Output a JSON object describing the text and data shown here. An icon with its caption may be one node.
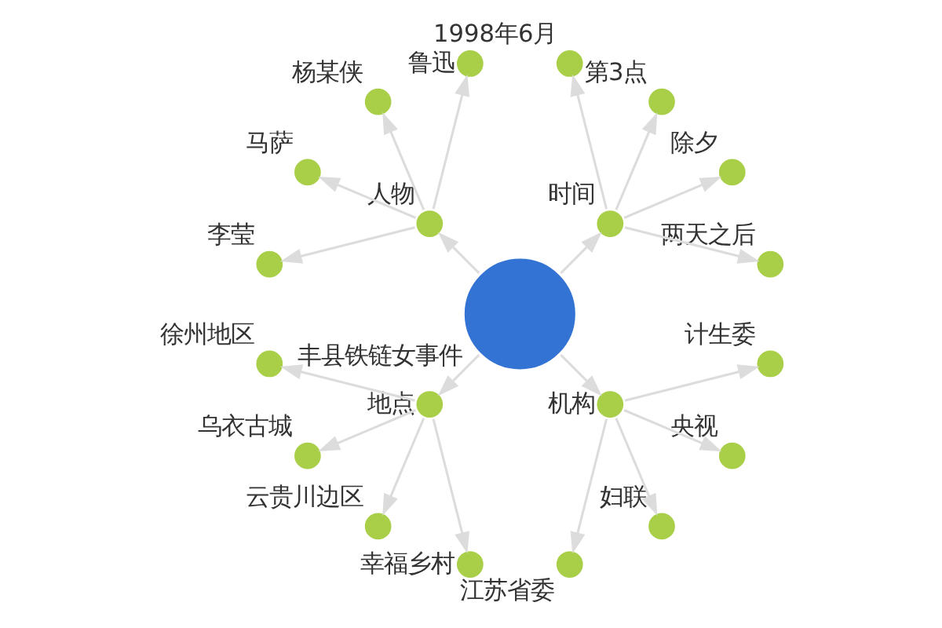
{
  "diagram": {
    "nodes": [
      {
        "text": [
          "丰县铁链女事件"
        ]
      },
      {
        "text": [
          "时间"
        ]
      },
      {
        "text": [
          "两天之后"
        ]
      },
      {
        "text": [
          "除夕"
        ]
      },
      {
        "text": [
          "第3点"
        ]
      },
      {
        "text": [
          "1998年6月"
        ]
      },
      {
        "text": [
          "人物"
        ]
      },
      {
        "text": [
          "鲁迅"
        ]
      },
      {
        "text": [
          "杨某侠"
        ]
      },
      {
        "text": [
          "马萨"
        ]
      },
      {
        "text": [
          "李莹"
        ]
      },
      {
        "text": [
          "地点"
        ]
      },
      {
        "text": [
          "徐州地区"
        ]
      },
      {
        "text": [
          "乌衣古城"
        ]
      },
      {
        "text": [
          "云贵川边区"
        ]
      },
      {
        "text": [
          "幸福乡村"
        ]
      },
      {
        "text": [
          "机构"
        ]
      },
      {
        "text": [
          "江苏省委"
        ]
      },
      {
        "text": [
          "妇联"
        ]
      },
      {
        "text": [
          "央视"
        ]
      },
      {
        "text": [
          "计生委"
        ]
      }
    ],
    "edges": [
      {
        "from": 0,
        "to": 1,
        "arrow": "to"
      },
      {
        "from": 1,
        "to": 2,
        "arrow": "to"
      },
      {
        "from": 1,
        "to": 3,
        "arrow": "to"
      },
      {
        "from": 1,
        "to": 4,
        "arrow": "to"
      },
      {
        "from": 1,
        "to": 5,
        "arrow": "to"
      },
      {
        "from": 0,
        "to": 6,
        "arrow": "to"
      },
      {
        "from": 6,
        "to": 7,
        "arrow": "to"
      },
      {
        "from": 6,
        "to": 8,
        "arrow": "to"
      },
      {
        "from": 6,
        "to": 9,
        "arrow": "to"
      },
      {
        "from": 6,
        "to": 10,
        "arrow": "to"
      },
      {
        "from": 0,
        "to": 11,
        "arrow": "to"
      },
      {
        "from": 11,
        "to": 12,
        "arrow": "to"
      },
      {
        "from": 11,
        "to": 13,
        "arrow": "to"
      },
      {
        "from": 11,
        "to": 14,
        "arrow": "to"
      },
      {
        "from": 11,
        "to": 15,
        "arrow": "to"
      },
      {
        "from": 0,
        "to": 16,
        "arrow": "to"
      },
      {
        "from": 16,
        "to": 17,
        "arrow": "to"
      },
      {
        "from": 16,
        "to": 18,
        "arrow": "to"
      },
      {
        "from": 16,
        "to": 19,
        "arrow": "to"
      },
      {
        "from": 16,
        "to": 20,
        "arrow": "to"
      }
    ]
  }
}
